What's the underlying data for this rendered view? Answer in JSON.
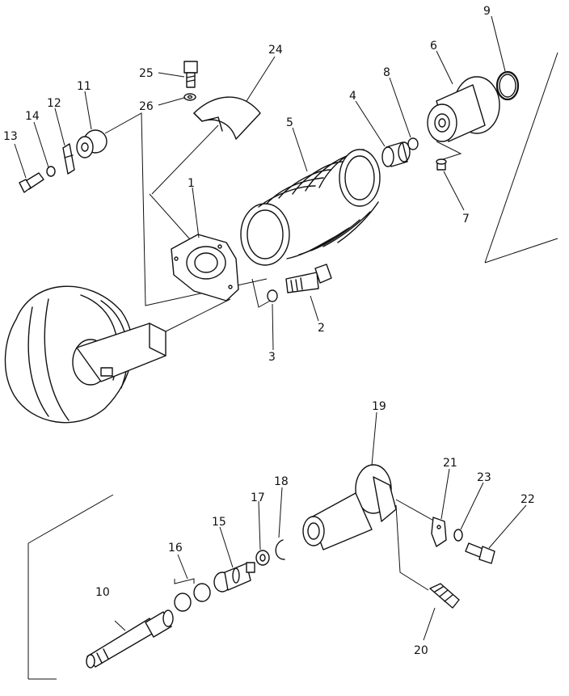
{
  "labels": {
    "p1": "1",
    "p2": "2",
    "p3": "3",
    "p4": "4",
    "p5": "5",
    "p6": "6",
    "p7": "7",
    "p8": "8",
    "p9": "9",
    "p10": "10",
    "p11": "11",
    "p12": "12",
    "p13": "13",
    "p14": "14",
    "p15": "15",
    "p16": "16",
    "p17": "17",
    "p18": "18",
    "p19": "19",
    "p20": "20",
    "p21": "21",
    "p22": "22",
    "p23": "23",
    "p24": "24",
    "p25": "25",
    "p26": "26"
  }
}
